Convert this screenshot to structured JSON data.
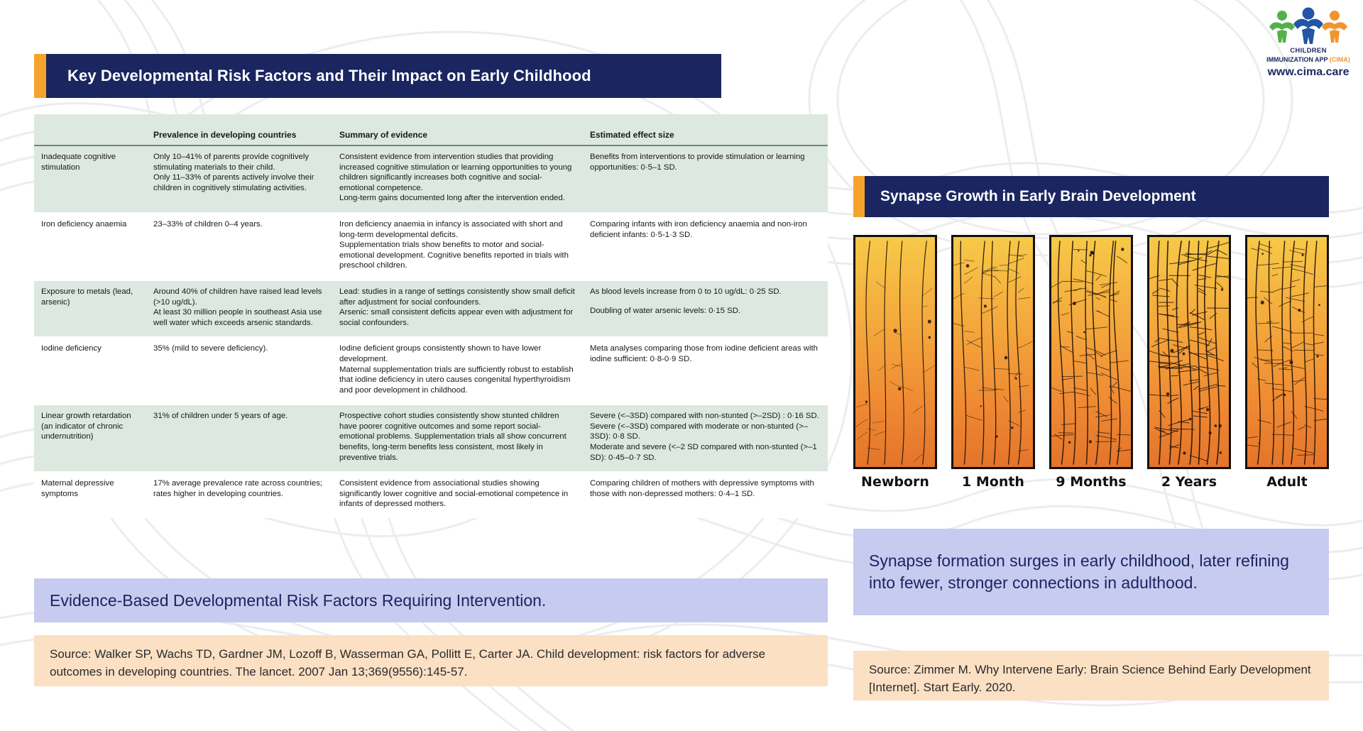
{
  "logo": {
    "line1": "CHILDREN",
    "line2_main": "IMMUNIZATION APP",
    "line2_tag": "(CIMA)",
    "url": "www.cima.care"
  },
  "left": {
    "title": "Key Developmental Risk Factors and Their Impact on Early Childhood",
    "table": {
      "headers": [
        "",
        "Prevalence in developing countries",
        "Summary of evidence",
        "Estimated effect size"
      ],
      "rows": [
        {
          "factor": "Inadequate cognitive stimulation",
          "prevalence": [
            "Only 10–41% of parents provide cognitively stimulating materials to their child.",
            "Only 11–33% of parents actively involve their children in cognitively stimulating activities."
          ],
          "evidence": [
            "Consistent evidence from intervention studies that providing increased cognitive stimulation or learning opportunities to young children significantly increases both cognitive and social-emotional competence.",
            "Long-term gains documented long after the intervention ended."
          ],
          "effect": [
            "Benefits from interventions to provide stimulation or learning opportunities: 0·5–1 SD."
          ]
        },
        {
          "factor": "Iron deficiency anaemia",
          "prevalence": [
            "23–33% of children 0–4 years."
          ],
          "evidence": [
            "Iron deficiency anaemia in infancy is associated with short and long-term developmental deficits.",
            "Supplementation trials show benefits to motor and social-emotional development. Cognitive benefits reported in trials with preschool children."
          ],
          "effect": [
            "Comparing infants with iron deficiency anaemia  and non-iron deficient infants: 0·5-1·3 SD."
          ]
        },
        {
          "factor": "Exposure to metals (lead, arsenic)",
          "prevalence": [
            "Around 40% of children have raised lead levels (>10 ug/dL).",
            "At least 30 million people in southeast Asia use well water which exceeds arsenic standards."
          ],
          "evidence": [
            "Lead: studies in a range of settings consistently show small deficit after adjustment for social confounders.",
            "Arsenic: small consistent deficits appear even with adjustment for social confounders."
          ],
          "effect": [
            "As blood levels increase from 0 to 10 ug/dL: 0·25 SD.",
            "Doubling of water arsenic levels: 0·15 SD."
          ]
        },
        {
          "factor": "Iodine deficiency",
          "prevalence": [
            "35% (mild to severe deficiency)."
          ],
          "evidence": [
            "Iodine deficient groups consistently shown to have lower development.",
            "Maternal supplementation trials are sufficiently robust to establish that iodine deficiency in utero causes congenital hyperthyroidism and poor development in childhood."
          ],
          "effect": [
            "Meta analyses comparing those from iodine deficient areas with iodine sufficient: 0·8-0·9 SD."
          ]
        },
        {
          "factor": "Linear growth retardation (an indicator of chronic undernutrition)",
          "prevalence": [
            "31% of children under 5 years of age."
          ],
          "evidence": [
            "Prospective cohort studies consistently show stunted children have poorer cognitive outcomes and some report social-emotional problems. Supplementation trials all show concurrent benefits, long-term benefits less consistent, most likely in preventive trials."
          ],
          "effect": [
            "Severe (<–3SD) compared with non-stunted (>–2SD) : 0·16 SD.",
            "Severe (<–3SD) compared with moderate or non-stunted (>–3SD): 0·8 SD.",
            "Moderate and severe (<–2 SD compared with non-stunted (>–1 SD): 0·45–0·7 SD."
          ]
        },
        {
          "factor": "Maternal depressive symptoms",
          "prevalence": [
            "17% average prevalence rate across countries; rates higher in developing countries."
          ],
          "evidence": [
            "Consistent evidence from associational studies showing significantly lower cognitive and social-emotional competence in infants of depressed mothers."
          ],
          "effect": [
            "Comparing children of mothers with depressive symptoms with those with non-depressed mothers: 0·4–1 SD."
          ]
        }
      ]
    },
    "callout": "Evidence-Based Developmental Risk Factors Requiring Intervention.",
    "source": "Source: Walker SP, Wachs TD, Gardner JM, Lozoff B, Wasserman GA, Pollitt E, Carter JA. Child development: risk factors for adverse outcomes in developing countries. The lancet. 2007 Jan 13;369(9556):145-57."
  },
  "right": {
    "title": "Synapse Growth in Early Brain Development",
    "stages": [
      {
        "label": "Newborn",
        "density": 1
      },
      {
        "label": "1 Month",
        "density": 2
      },
      {
        "label": "9 Months",
        "density": 3
      },
      {
        "label": "2 Years",
        "density": 4
      },
      {
        "label": "Adult",
        "density": 3
      }
    ],
    "callout": "Synapse formation surges in early childhood, later refining into fewer, stronger connections in adulthood.",
    "source": "Source: Zimmer M. Why Intervene Early: Brain Science Behind Early Development [Internet]. Start Early. 2020."
  },
  "colors": {
    "navy": "#1b2560",
    "orange": "#f5a32a",
    "table_shade": "#dde8e1",
    "callout_bg": "#c7cbf0",
    "source_bg": "#fbe0c4"
  }
}
